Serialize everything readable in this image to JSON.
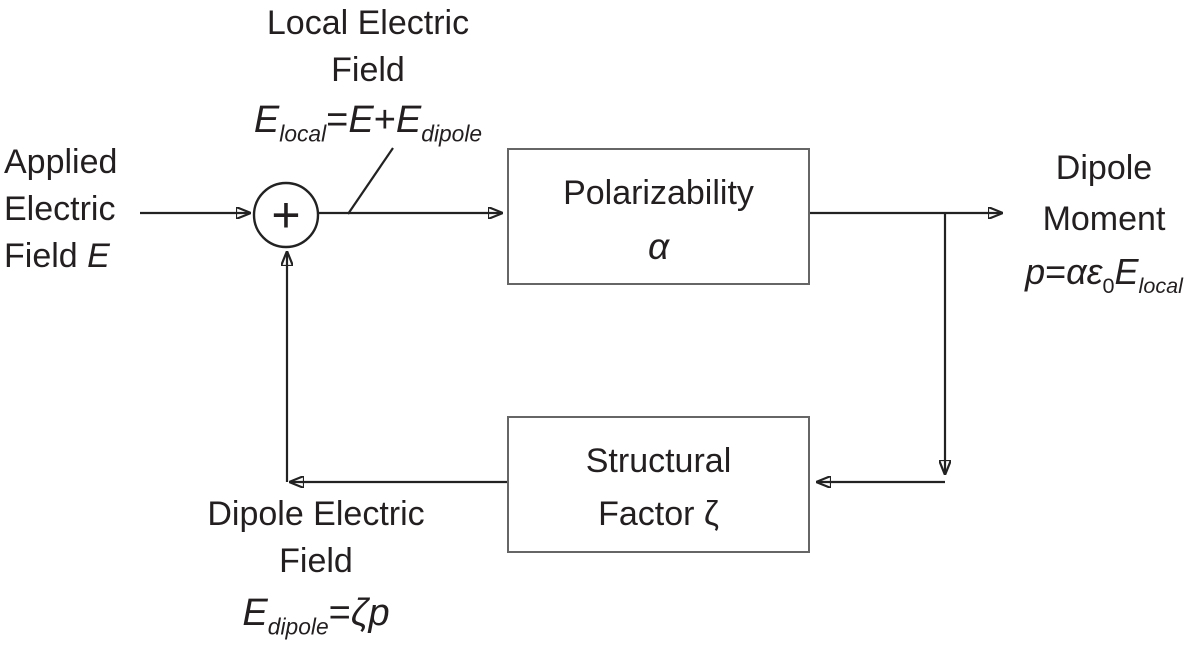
{
  "colors": {
    "background": "#ffffff",
    "ink": "#231f20",
    "connector": "#222222",
    "box_border": "#666666"
  },
  "sum_junction": {
    "operator": "+"
  },
  "boxes": {
    "polarizability": {
      "title": "Polarizability",
      "symbol": "α"
    },
    "structural": {
      "line1": "Structural",
      "line2": "Factor ζ"
    }
  },
  "labels": {
    "applied_field": {
      "line1": "Applied",
      "line2": "Electric",
      "line3": [
        {
          "t": "Field "
        },
        {
          "t": "E",
          "i": true
        }
      ]
    },
    "local_field": {
      "line1": "Local Electric",
      "line2": "Field",
      "formula": [
        {
          "t": "E",
          "i": true
        },
        {
          "t": "local",
          "i": true,
          "sub": true
        },
        {
          "t": "="
        },
        {
          "t": "E",
          "i": true
        },
        {
          "t": "+"
        },
        {
          "t": "E",
          "i": true
        },
        {
          "t": "dipole",
          "i": true,
          "sub": true
        }
      ]
    },
    "dipole_moment": {
      "line1": "Dipole",
      "line2": "Moment",
      "formula": [
        {
          "t": "p",
          "i": true
        },
        {
          "t": "="
        },
        {
          "t": "α",
          "i": true
        },
        {
          "t": "ε",
          "i": true
        },
        {
          "t": "0",
          "sub": true
        },
        {
          "t": "E",
          "i": true
        },
        {
          "t": "local",
          "i": true,
          "sub": true
        }
      ]
    },
    "dipole_field": {
      "line1": "Dipole Electric",
      "line2": "Field",
      "formula": [
        {
          "t": "E",
          "i": true
        },
        {
          "t": "dipole",
          "i": true,
          "sub": true
        },
        {
          "t": "="
        },
        {
          "t": "ζ",
          "i": true
        },
        {
          "t": "p",
          "i": true
        }
      ]
    }
  }
}
